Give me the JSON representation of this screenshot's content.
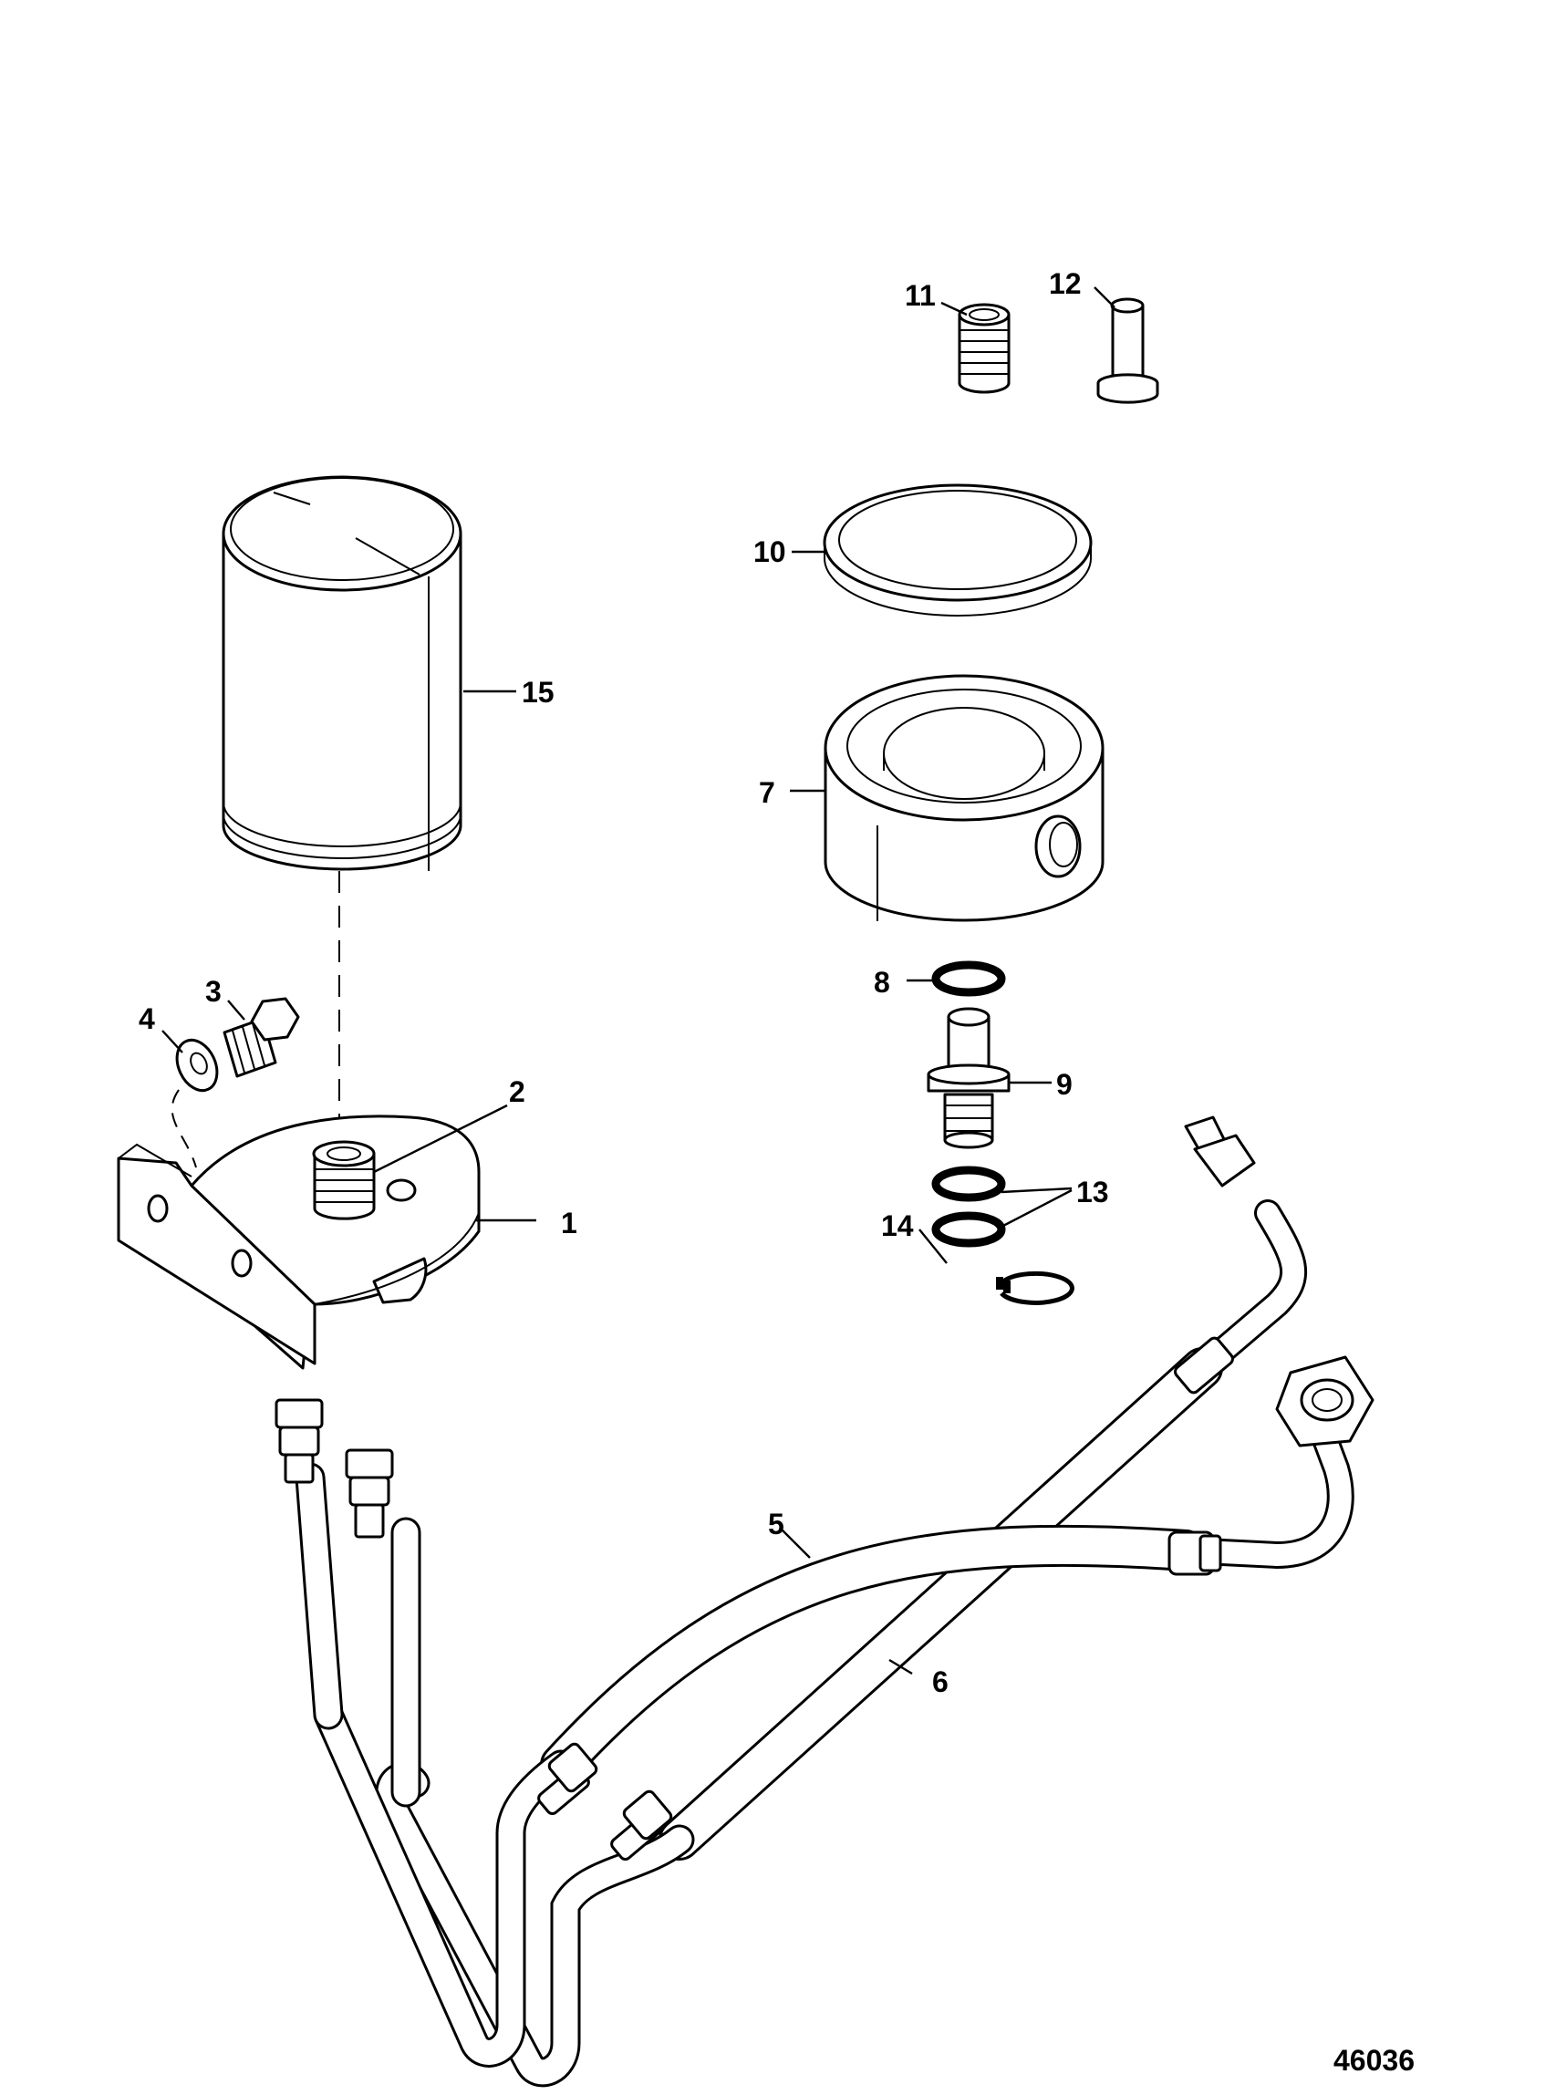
{
  "diagram": {
    "figure_number": "46036",
    "callouts": [
      {
        "id": "c1",
        "label": "1"
      },
      {
        "id": "c2",
        "label": "2"
      },
      {
        "id": "c3",
        "label": "3"
      },
      {
        "id": "c4",
        "label": "4"
      },
      {
        "id": "c5",
        "label": "5"
      },
      {
        "id": "c6",
        "label": "6"
      },
      {
        "id": "c7",
        "label": "7"
      },
      {
        "id": "c8",
        "label": "8"
      },
      {
        "id": "c9",
        "label": "9"
      },
      {
        "id": "c10",
        "label": "10"
      },
      {
        "id": "c11",
        "label": "11"
      },
      {
        "id": "c12",
        "label": "12"
      },
      {
        "id": "c13",
        "label": "13"
      },
      {
        "id": "c14",
        "label": "14"
      },
      {
        "id": "c15",
        "label": "15"
      }
    ]
  }
}
